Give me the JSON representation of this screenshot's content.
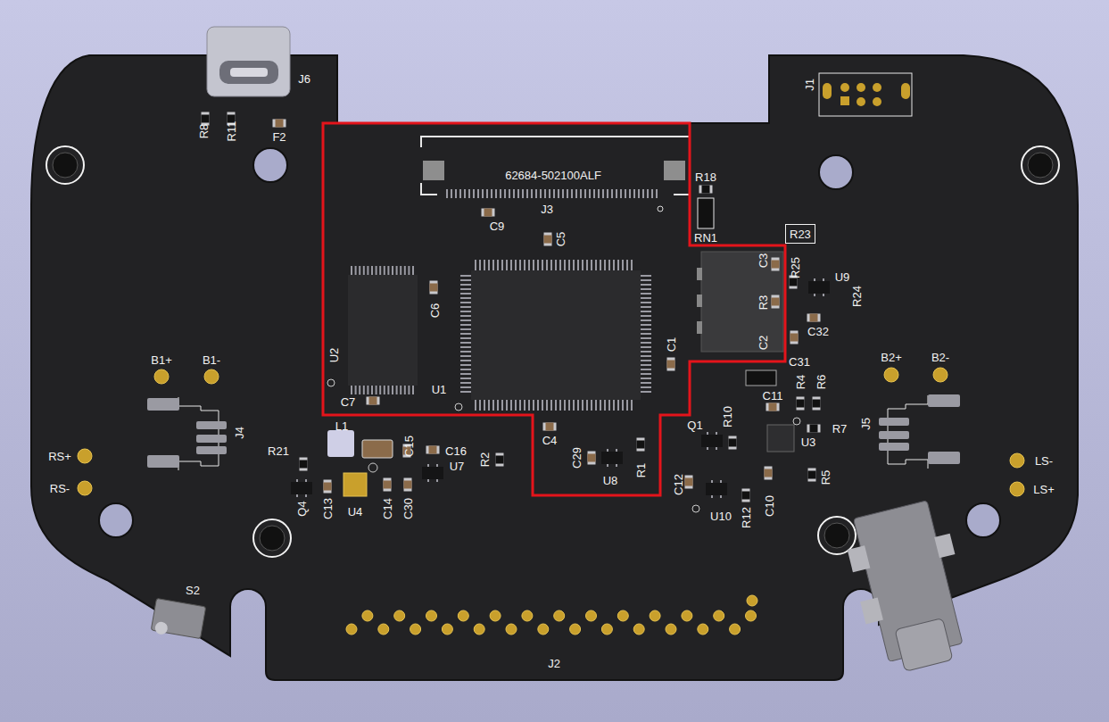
{
  "diagram": {
    "nodes": [
      {
        "text": [
          "R23"
        ]
      }
    ],
    "labels": [
      "J6",
      "R8",
      "R11",
      "F2",
      "J1",
      "62684-502100ALF",
      "R18",
      "J3",
      "RN1",
      "C9",
      "C5",
      "C3",
      "R25",
      "U9",
      "R3",
      "R24",
      "C6",
      "C32",
      "U2",
      "C1",
      "C2",
      "C31",
      "B1+",
      "B1-",
      "B2+",
      "B2-",
      "U1",
      "R4",
      "R6",
      "C11",
      "C7",
      "J4",
      "J5",
      "L1",
      "Q1",
      "R10",
      "R7",
      "U3",
      "C4",
      "R21",
      "C15",
      "C16",
      "U7",
      "R2",
      "C29",
      "RS+",
      "LS-",
      "R1",
      "U8",
      "R5",
      "C12",
      "RS-",
      "LS+",
      "Q4",
      "C13",
      "U4",
      "C14",
      "C30",
      "C10",
      "U10",
      "R12",
      "S2",
      "J2"
    ]
  }
}
